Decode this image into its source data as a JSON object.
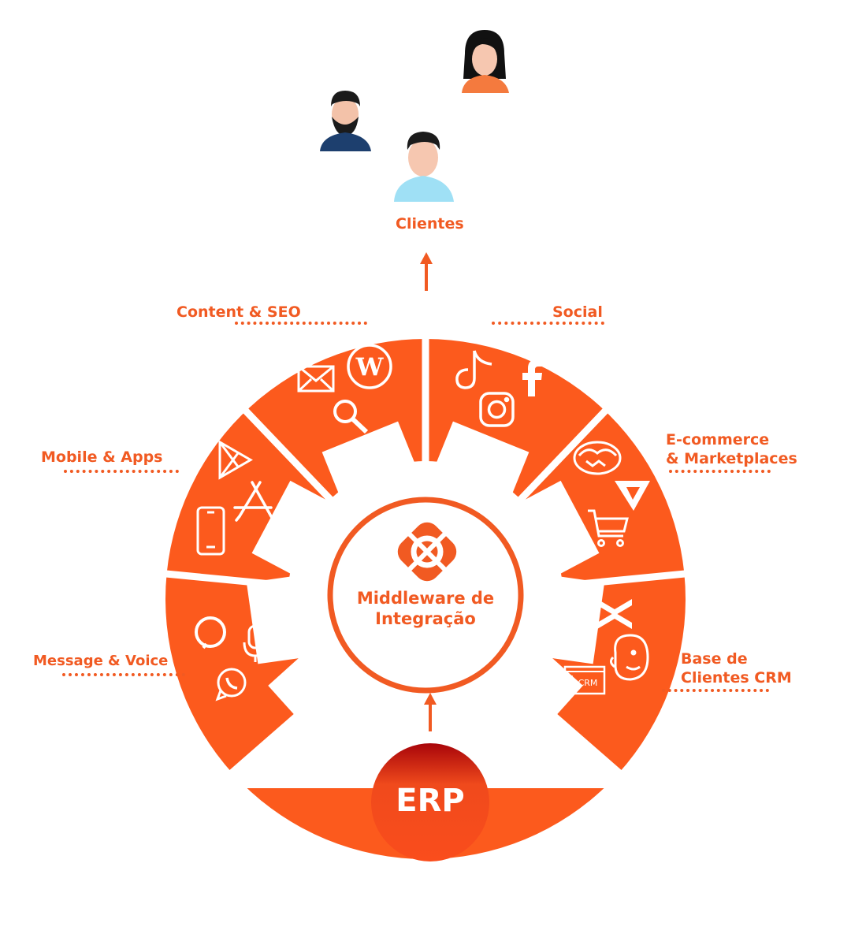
{
  "clients": {
    "label": "Clientes"
  },
  "center": {
    "line1": "Middleware de",
    "line2": "Integração"
  },
  "erp": {
    "label": "ERP"
  },
  "segments": {
    "content_seo": "Content & SEO",
    "social": "Social",
    "mobile_apps": "Mobile & Apps",
    "ecommerce_line1": "E-commerce",
    "ecommerce_line2": "& Marketplaces",
    "message_voice": "Message & Voice",
    "crm_line1": "Base de",
    "crm_line2": "Clientes CRM"
  },
  "icons": {
    "content_seo": [
      "mail-icon",
      "wordpress-icon",
      "search-icon"
    ],
    "social": [
      "tiktok-icon",
      "facebook-icon",
      "instagram-icon"
    ],
    "mobile_apps": [
      "google-play-icon",
      "app-store-icon",
      "smartphone-icon"
    ],
    "ecommerce": [
      "mercado-livre-icon",
      "vtex-icon",
      "shopping-cart-icon"
    ],
    "message_voice": [
      "alexa-icon",
      "microphone-icon",
      "whatsapp-icon"
    ],
    "crm": [
      "xtrategy-icon",
      "mailchimp-icon",
      "crm-screen-icon"
    ]
  },
  "crm_badge": "CRM",
  "colors": {
    "accent": "#f15a22",
    "gear": "#fc5a1d",
    "erp_dark": "#a8050a",
    "erp_light": "#fa4d1c"
  }
}
